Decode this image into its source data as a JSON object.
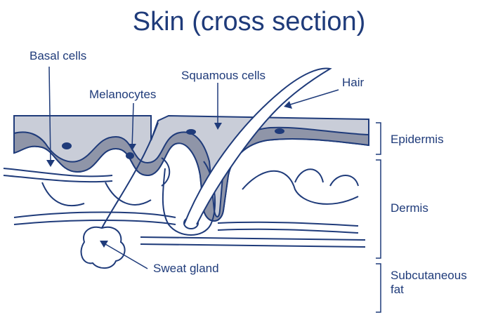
{
  "title": "Skin (cross section)",
  "labels": {
    "basal_cells": "Basal cells",
    "melanocytes": "Melanocytes",
    "squamous_cells": "Squamous cells",
    "hair": "Hair",
    "sweat_gland": "Sweat gland"
  },
  "layers": {
    "epidermis": "Epidermis",
    "dermis": "Dermis",
    "subcutaneous_line1": "Subcutaneous",
    "subcutaneous_line2": "fat"
  },
  "colors": {
    "ink": "#1f3b7a",
    "epidermis_fill": "#c9cdd8",
    "basal_fill": "#8f95a8"
  }
}
